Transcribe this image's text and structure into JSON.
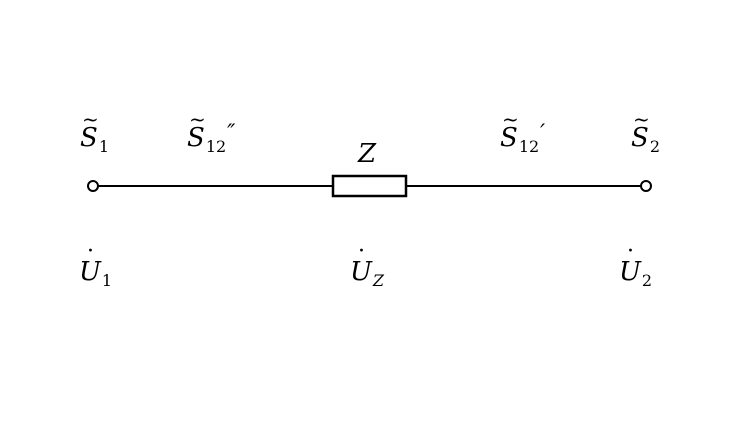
{
  "labels": {
    "s1": {
      "symbol": "S",
      "sub": "1",
      "accent": "~"
    },
    "s12_dprime": {
      "symbol": "S",
      "sub": "12",
      "accent": "~",
      "prime": "″"
    },
    "z": {
      "symbol": "Z"
    },
    "s12_prime": {
      "symbol": "S",
      "sub": "12",
      "accent": "~",
      "prime": "′"
    },
    "s2": {
      "symbol": "S",
      "sub": "2",
      "accent": "~"
    },
    "u1": {
      "symbol": "U",
      "sub": "1",
      "accent": "·"
    },
    "uz": {
      "symbol": "U",
      "sub": "Z",
      "accent": "·"
    },
    "u2": {
      "symbol": "U",
      "sub": "2",
      "accent": "·"
    }
  }
}
